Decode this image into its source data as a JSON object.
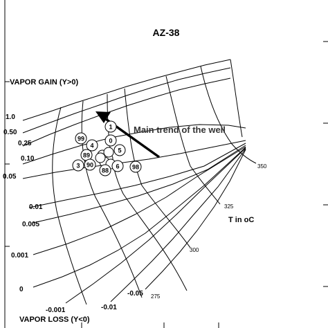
{
  "chart_data": {
    "type": "scatter",
    "title": "AZ-38",
    "annotation": "Main trend of the well",
    "temperature_label": "T in oC",
    "vapor_gain_label": "VAPOR GAIN (Y>0)",
    "vapor_loss_label": "VAPOR LOSS (Y<0)",
    "y_fraction_labels": [
      "1.0",
      "0.50",
      "0.25",
      "0.10",
      "0.05",
      "0.01",
      "0.005",
      "0.001",
      "0",
      "-0.001",
      "-0.01",
      "-0.05"
    ],
    "temperature_ticks": [
      "350",
      "325",
      "300",
      "275"
    ],
    "samples": [
      {
        "label": "1"
      },
      {
        "label": "99"
      },
      {
        "label": "0"
      },
      {
        "label": "4"
      },
      {
        "label": "5"
      },
      {
        "label": "89"
      },
      {
        "label": "3"
      },
      {
        "label": "90"
      },
      {
        "label": "6"
      },
      {
        "label": "88"
      },
      {
        "label": "98"
      }
    ],
    "trend_direction": "toward vapor gain and lower temperature",
    "grid": true
  }
}
